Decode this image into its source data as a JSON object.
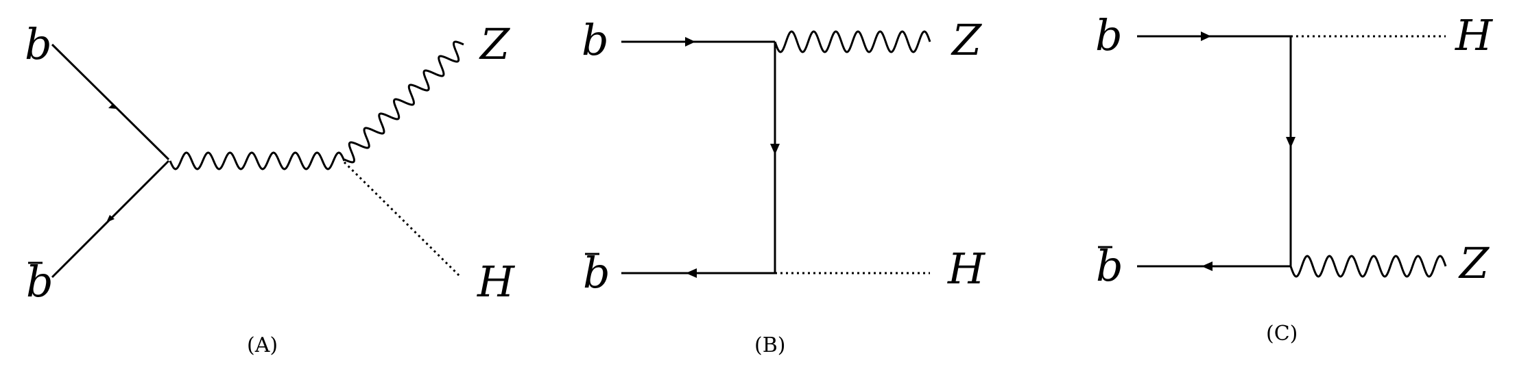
{
  "diagrams": [
    {
      "caption": "(A)",
      "labels": {
        "top_left": "b",
        "bottom_left": "b",
        "top_right": "Z",
        "bottom_right": "H"
      }
    },
    {
      "caption": "(B)",
      "labels": {
        "top_left": "b",
        "bottom_left": "b",
        "top_right": "Z",
        "bottom_right": "H"
      }
    },
    {
      "caption": "(C)",
      "labels": {
        "top_left": "b",
        "bottom_left": "b",
        "top_right": "H",
        "bottom_right": "Z"
      }
    }
  ]
}
